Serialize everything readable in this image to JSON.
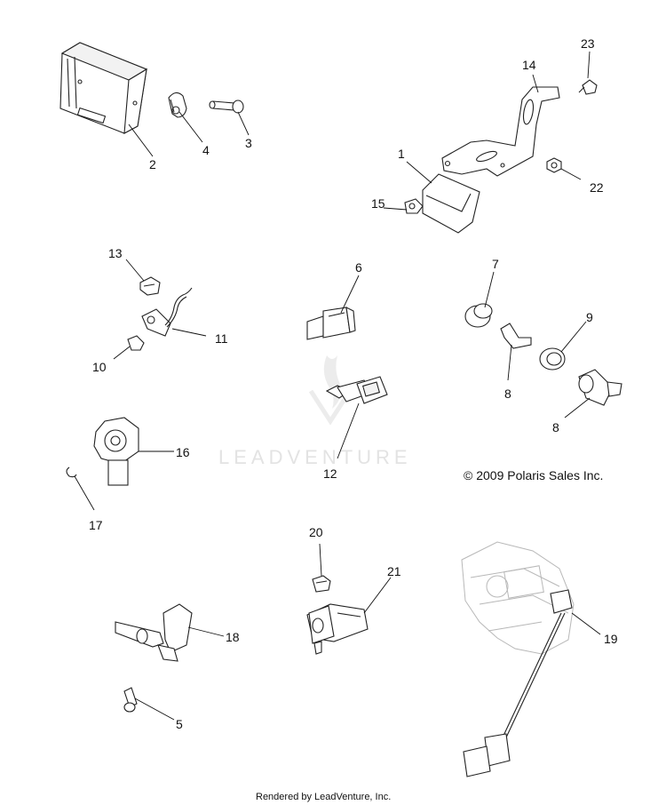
{
  "callouts": {
    "c1": "1",
    "c2": "2",
    "c3": "3",
    "c4": "4",
    "c5": "5",
    "c6": "6",
    "c7": "7",
    "c8a": "8",
    "c8b": "8",
    "c9": "9",
    "c10": "10",
    "c11": "11",
    "c12": "12",
    "c13": "13",
    "c14": "14",
    "c15": "15",
    "c16": "16",
    "c17": "17",
    "c18": "18",
    "c19": "19",
    "c20": "20",
    "c21": "21",
    "c22": "22",
    "c23": "23"
  },
  "watermark": "LEADVENTURE",
  "copyright": "© 2009 Polaris Sales Inc.",
  "footer": "Rendered by LeadVenture, Inc."
}
